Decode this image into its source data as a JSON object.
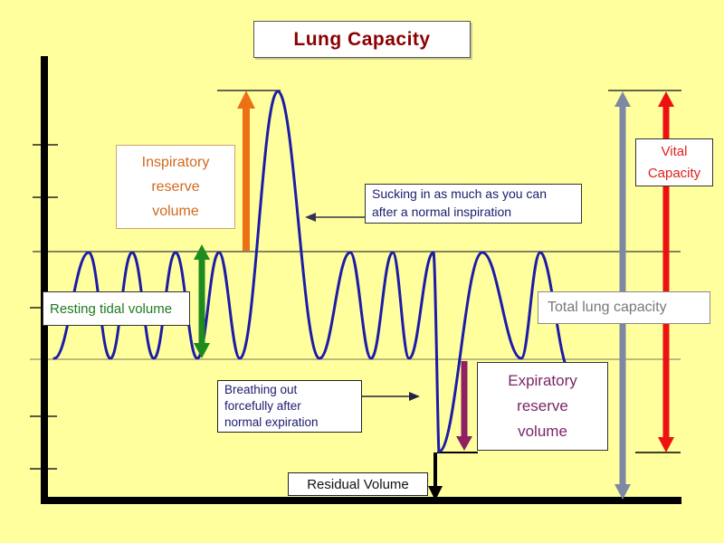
{
  "title": {
    "label": "Lung Capacity",
    "color": "#8b0000"
  },
  "boxes": {
    "inspiratory_reserve": {
      "label": "Inspiratory\nreserve\nvolume",
      "color": "#d2691e"
    },
    "sucking_in": {
      "label": "Sucking in as much as you can\nafter a normal inspiration",
      "color": "#1b1b6f"
    },
    "vital_capacity": {
      "label": "Vital\nCapacity",
      "color": "#e02020"
    },
    "resting_tidal": {
      "label": "Resting tidal volume",
      "color": "#1f7a1f"
    },
    "total_lung_capacity": {
      "label": "Total lung capacity",
      "color": "#787878"
    },
    "breathing_out": {
      "label": "Breathing out\nforcefully after\nnormal expiration",
      "color": "#1b1b6f"
    },
    "expiratory_reserve": {
      "label": "Expiratory\nreserve\nvolume",
      "color": "#7b2566"
    },
    "residual_volume": {
      "label": "Residual Volume",
      "color": "#111111"
    }
  },
  "arrows": {
    "inspiratory_reserve_arrow": {
      "color": "#ed7014",
      "direction": "up"
    },
    "tidal_volume_arrow": {
      "color": "#1e8b1e",
      "direction": "up-down"
    },
    "expiratory_reserve_arrow": {
      "color": "#8e2063",
      "direction": "down"
    },
    "total_lung_capacity_arrow": {
      "color": "#7d89a3",
      "direction": "up-down"
    },
    "vital_capacity_arrow": {
      "color": "#ee1111",
      "direction": "up-down"
    },
    "residual_volume_arrow": {
      "color": "#000000",
      "direction": "down"
    },
    "inspiration_annotation_arrow": {
      "color": "#333355",
      "direction": "left"
    },
    "expiration_annotation_arrow": {
      "color": "#222244",
      "direction": "right"
    }
  },
  "trace": {
    "color": "#1c1ca8",
    "description": "spirogram breathing trace"
  },
  "background": {
    "color": "#ffff9e"
  }
}
